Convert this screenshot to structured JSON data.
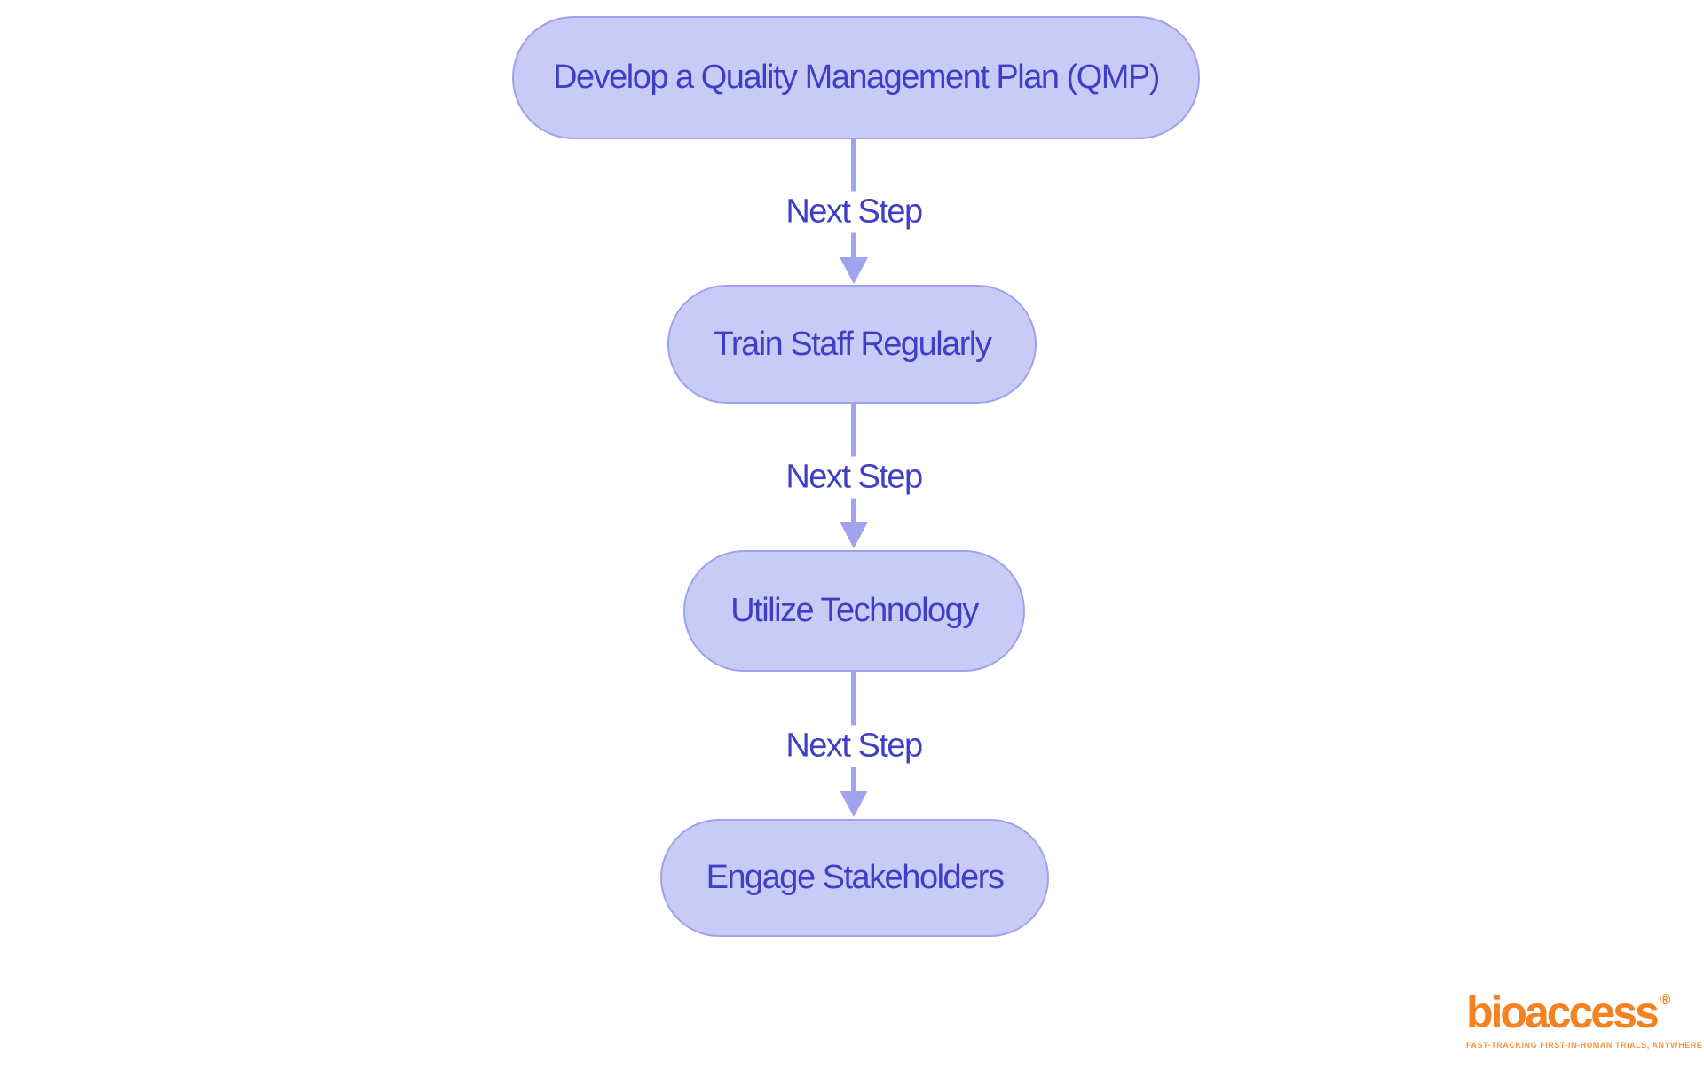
{
  "flowchart": {
    "type": "vertical-process-flow",
    "nodes": [
      {
        "label": "Develop a Quality Management Plan (QMP)"
      },
      {
        "label": "Train Staff Regularly"
      },
      {
        "label": "Utilize Technology"
      },
      {
        "label": "Engage Stakeholders"
      }
    ],
    "edges": [
      {
        "from": 0,
        "to": 1,
        "label": "Next Step"
      },
      {
        "from": 1,
        "to": 2,
        "label": "Next Step"
      },
      {
        "from": 2,
        "to": 3,
        "label": "Next Step"
      }
    ],
    "colors": {
      "node_fill": "#c9cbf7",
      "node_border": "#9da2ec",
      "edge_line": "#a0a4ef",
      "text": "#3e3ec6",
      "background": "#ffffff"
    }
  },
  "logo": {
    "brand": "bioaccess",
    "registered_mark": "®",
    "tagline": "FAST-TRACKING FIRST-IN-HUMAN TRIALS, ANYWHERE",
    "color": "#f58220"
  }
}
